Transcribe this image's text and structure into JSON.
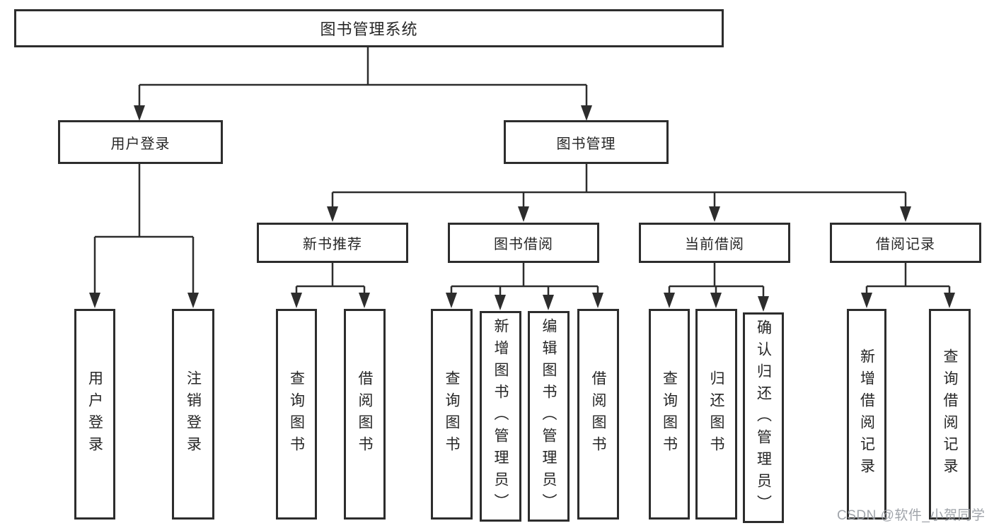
{
  "diagram": {
    "root": "图书管理系统",
    "level2": {
      "user_login": "用户登录",
      "book_management": "图书管理"
    },
    "level3": {
      "new_books": "新书推荐",
      "book_borrow": "图书借阅",
      "current_borrow": "当前借阅",
      "borrow_records": "借阅记录"
    },
    "leaves": {
      "user_login": [
        "用户登录",
        "注销登录"
      ],
      "new_books": [
        "查询图书",
        "借阅图书"
      ],
      "book_borrow": [
        "查询图书",
        "新增图书（管理员）",
        "编辑图书（管理员）",
        "借阅图书"
      ],
      "current_borrow": [
        "查询图书",
        "归还图书",
        "确认归还（管理员）"
      ],
      "borrow_records": [
        "新增借阅记录",
        "查询借阅记录"
      ]
    }
  },
  "watermark": "CSDN @软件_小贺同学",
  "colors": {
    "line": "#2d2d2d",
    "text": "#262626",
    "background": "#ffffff",
    "watermark": "#989ca3"
  }
}
